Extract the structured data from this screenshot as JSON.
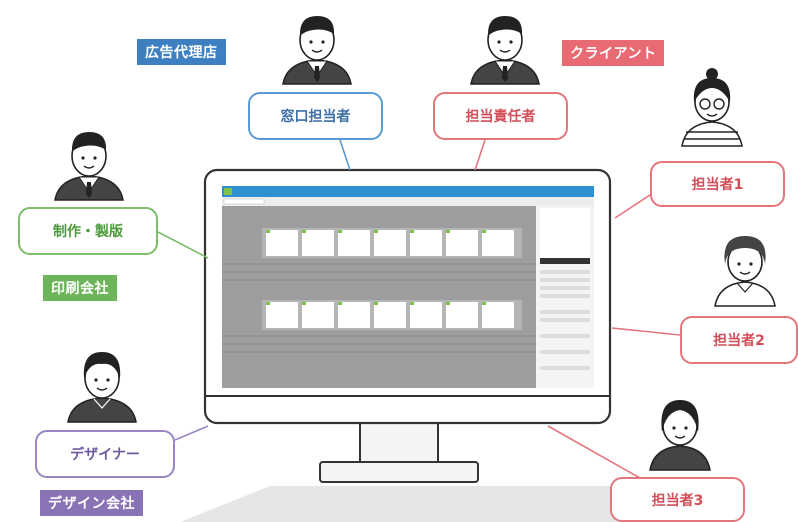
{
  "categories": {
    "agency": "広告代理店",
    "client": "クライアント",
    "printing_company": "印刷会社",
    "design_company": "デザイン会社"
  },
  "roles": {
    "contact_person": "窓口担当者",
    "responsible_person": "担当責任者",
    "staff_1": "担当者1",
    "staff_2": "担当者2",
    "staff_3": "担当者3",
    "production_platemaking": "制作・製版",
    "designer": "デザイナー"
  },
  "colors": {
    "agency_blue": "#3d7fc1",
    "client_red": "#e86a73",
    "printing_green": "#6db55a",
    "design_purple": "#8a73b5"
  }
}
